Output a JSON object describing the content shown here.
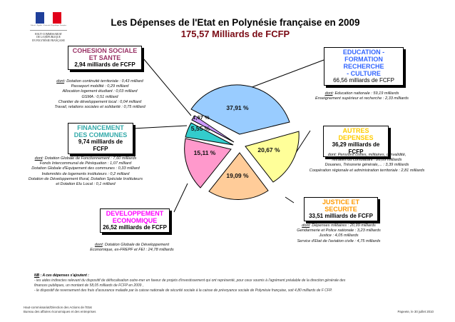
{
  "header": {
    "logo_caption": "Liberté • Égalité • Fraternité République Française",
    "logo_lines": [
      "HAUT-COMMISSARIAT",
      "DE LA RÉPUBLIQUE",
      "EN POLYNÉSIE FRANÇAISE"
    ],
    "title": "Les Dépenses de l'Etat en Polynésie française en 2009",
    "subtitle": "175,57 Milliards de FCFP"
  },
  "colors": {
    "subtitle": "#7a0a14",
    "education": "#99ccff",
    "autres": "#ffff99",
    "justice": "#ffcc99",
    "developpement": "#ff99cc",
    "communes": "#33cccc",
    "cohesion": "#cc99ff"
  },
  "categories": {
    "cohesion": {
      "title_1": "COHESION SOCIALE",
      "title_2": "ET SANTE",
      "amount": "2,94 milliards de FCFP",
      "title_color": "#993366",
      "dont": "dont",
      "details": [
        ": Dotation continuité territoriale : 0,43 milliard",
        "Passeport mobilité : 0,29 milliard",
        "Allocation logement étudiant : 0,03 milliard",
        "GSMA : 0,51 milliard",
        "Chantier de développement local : 0,04 milliard",
        "Travail, relations sociales et solidarité : 0,75 milliard"
      ]
    },
    "education": {
      "title_1": "EDUCATION -",
      "title_2": "FORMATION RECHERCHE",
      "title_3": "- CULTURE",
      "amount": "66,56 milliards de FCFP",
      "title_color": "#3366ff",
      "dont": "dont",
      "details": [
        ": Education nationale  : 59,19 milliards",
        "Enseignement supérieur et recherche : 2,33 milliards"
      ]
    },
    "communes": {
      "title_1": "FINANCEMENT",
      "title_2": "DES COMMUNES",
      "amount": "9,74 milliards de FCFP",
      "title_color": "#33aaaa",
      "dont": "dont",
      "details": [
        ": Dotation Globale de Fonctionnement : 7,60 milliards",
        "Fonds Intercommunal de Péréquation : 1,07 milliard",
        "Dotation Globale d'Equipement des communes : 0,33 milliard",
        "Indemnités de logements instituteurs : 0,2 milliard",
        "Dotation de Développement Rural, Dotation Spéciale Instituteurs",
        "et Dotation Elu Local : 0,1 milliard"
      ]
    },
    "autres": {
      "title_1": "AUTRES DEPENSES",
      "amount": "36,29 milliards de FCFP",
      "title_color": "#ffcc00",
      "dont": "dont",
      "details": [
        ": Pensions civiles, militaires, d'invalidité,",
        "retraites du combattant : 28,69 milliards",
        "Douanes, Trésorerie générale,... : 3,39 milliards",
        "Coopération régionale et administration territoriale : 2,81 milliards"
      ]
    },
    "justice": {
      "title_1": "JUSTICE ET SECURITE",
      "amount": "33,51 milliards de FCFP",
      "title_color": "#ff9900",
      "dont": "dont",
      "details": [
        ": Dépenses militaires : 20,99 milliards",
        "Gendarmerie et Police nationale : 3,23 milliards",
        "Justice : 4,05 milliards",
        "Service d'Etat de l'aviation civile : 4,75 milliards"
      ]
    },
    "developpement": {
      "title_1": "DEVELOPPEMENT",
      "title_2": "ECONOMIQUE",
      "amount": "26,52 milliards de FCFP",
      "title_color": "#ff00ff",
      "dont": "dont",
      "details": [
        ": Dotation Globale de Développement",
        "Economique, ex-FREPF et FEI : 24,78 milliards"
      ]
    }
  },
  "chart_data": {
    "type": "pie",
    "title": "Les Dépenses de l'Etat en Polynésie française en 2009",
    "subtitle": "175,57 Milliards de FCFP",
    "categories": [
      "EDUCATION - FORMATION RECHERCHE - CULTURE",
      "AUTRES DEPENSES",
      "JUSTICE ET SECURITE",
      "DEVELOPPEMENT ECONOMIQUE",
      "FINANCEMENT DES COMMUNES",
      "COHESION SOCIALE ET SANTE"
    ],
    "values": [
      66.56,
      36.29,
      33.51,
      26.52,
      9.74,
      2.94
    ],
    "percent_labels": [
      "37,91 %",
      "20,67 %",
      "19,09 %",
      "15,11 %",
      "5,55 %",
      "1,67 %"
    ],
    "percents": [
      37.91,
      20.67,
      19.09,
      15.11,
      5.55,
      1.67
    ],
    "unit": "milliards de FCFP",
    "total": 175.57,
    "exploded": true,
    "legend": "callout boxes"
  },
  "note": {
    "head_nb": "NB",
    "head_rest": " : A ces dépenses s'ajoutent :",
    "line1": "- les aides indirectes relevant du dispositif de défiscalisation outre-mer en faveur de projets d'investissement qui ont représenté, pour ceux soumis à l'agrément préalable de la direction générale des",
    "line2": "finances publiques, un montant de 58,05 milliards de FCFP en 2009 ,",
    "line3": "- le dispositif de reversement des frais d'assurance maladie par la caisse nationale de sécurité sociale à la caisse de prévoyance sociale de Polynésie française, soit 4,80 milliards de F CFP."
  },
  "footer": {
    "left_1": "Haut-commissariat/Direction des Actions de l'Etat",
    "left_2": "Bureau des affaires économiques et des entreprises",
    "right": "Papeete, le 30 juillet 2010"
  }
}
